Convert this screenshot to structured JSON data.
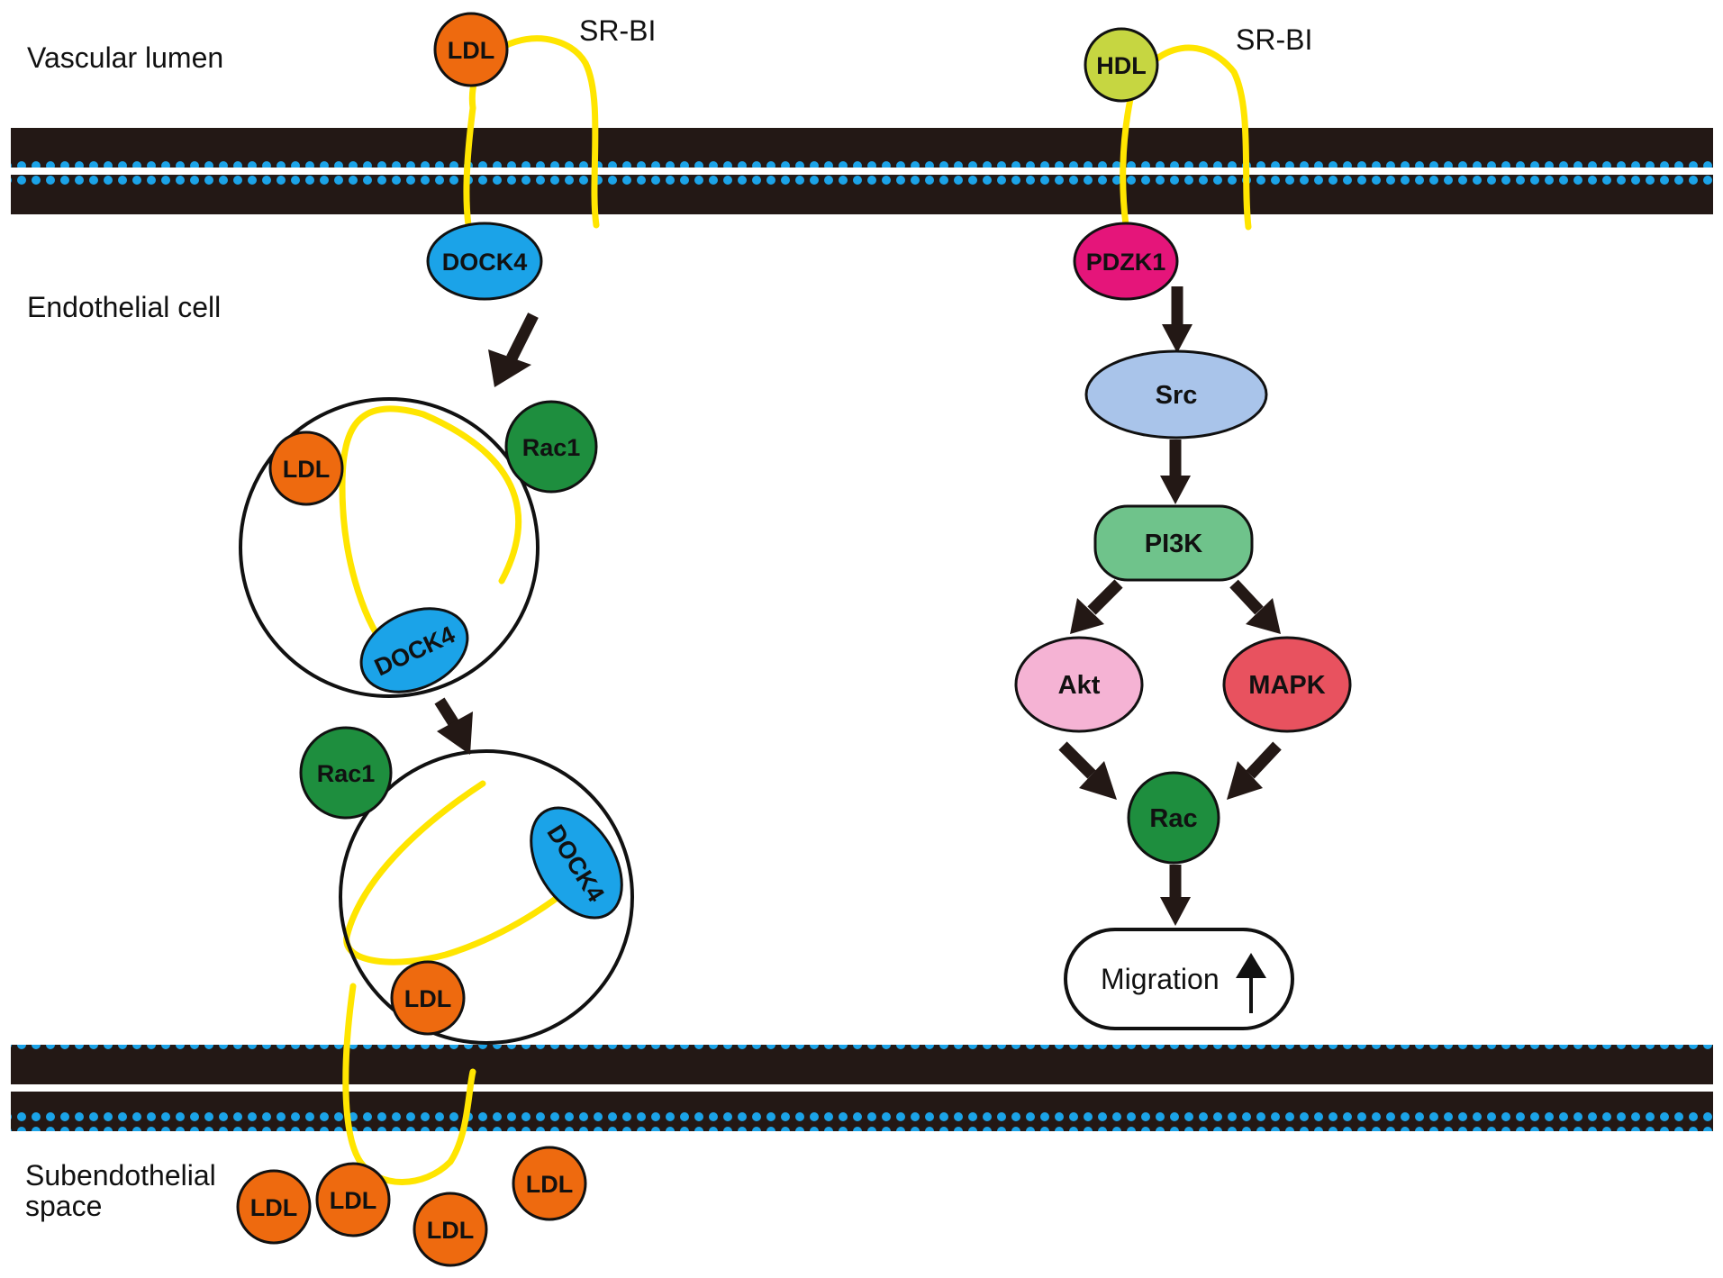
{
  "regions": {
    "lumen": "Vascular lumen",
    "cell": "Endothelial cell",
    "subendo_line1": "Subendothelial",
    "subendo_line2": "space"
  },
  "receptor": {
    "left": "SR-BI",
    "right": "SR-BI"
  },
  "left_pathway": {
    "ldl_surface": "LDL",
    "dock4_membrane": "DOCK4",
    "vesicle1": {
      "ldl": "LDL",
      "rac1": "Rac1",
      "dock4": "DOCK4"
    },
    "vesicle2": {
      "rac1": "Rac1",
      "dock4": "DOCK4",
      "ldl": "LDL"
    },
    "subendothelial_ldl": [
      "LDL",
      "LDL",
      "LDL",
      "LDL"
    ]
  },
  "right_pathway": {
    "hdl": "HDL",
    "pdzk1": "PDZK1",
    "src": "Src",
    "pi3k": "PI3K",
    "akt": "Akt",
    "mapk": "MAPK",
    "rac": "Rac",
    "outcome": "Migration"
  },
  "colors": {
    "ldl": "#ee6a0f",
    "hdl": "#c6d641",
    "dock4": "#1ba3e8",
    "rac": "#1e8e3e",
    "pdzk1": "#e5157a",
    "src": "#a9c4ea",
    "pi3k": "#6fc38b",
    "akt": "#f5b3d4",
    "mapk": "#e8525f",
    "srbi": "#ffe500",
    "membrane_head": "#1ba3e8",
    "membrane_tail": "#231815"
  }
}
